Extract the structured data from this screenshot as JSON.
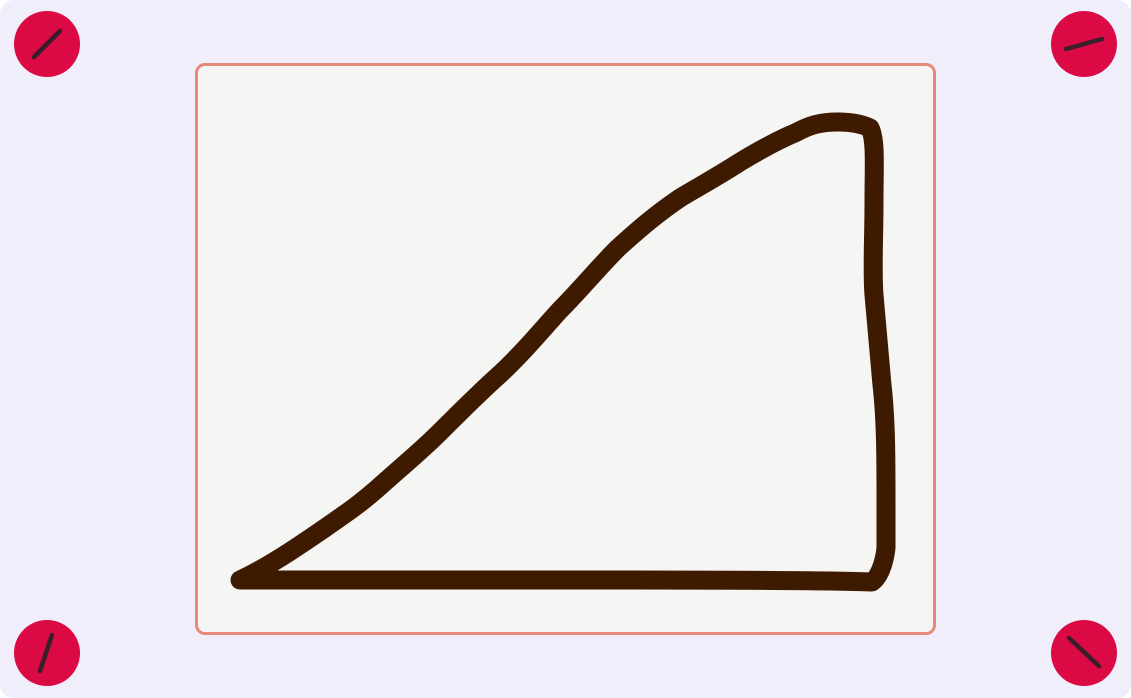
{
  "board": {
    "frame_color": "#f0eefb",
    "screen_color": "#f5f5f4",
    "screen_border_color": "#e8887a"
  },
  "knobs": [
    {
      "id": "top-left",
      "icon": "knob-icon",
      "color": "#dc0a44",
      "indicator_color": "#3a1f2a"
    },
    {
      "id": "top-right",
      "icon": "knob-icon",
      "color": "#dc0a44",
      "indicator_color": "#3a1f2a"
    },
    {
      "id": "bottom-left",
      "icon": "knob-icon",
      "color": "#dc0a44",
      "indicator_color": "#3a1f2a"
    },
    {
      "id": "bottom-right",
      "icon": "knob-icon",
      "color": "#dc0a44",
      "indicator_color": "#3a1f2a"
    }
  ],
  "drawing": {
    "stroke_color": "#3d1a00"
  }
}
